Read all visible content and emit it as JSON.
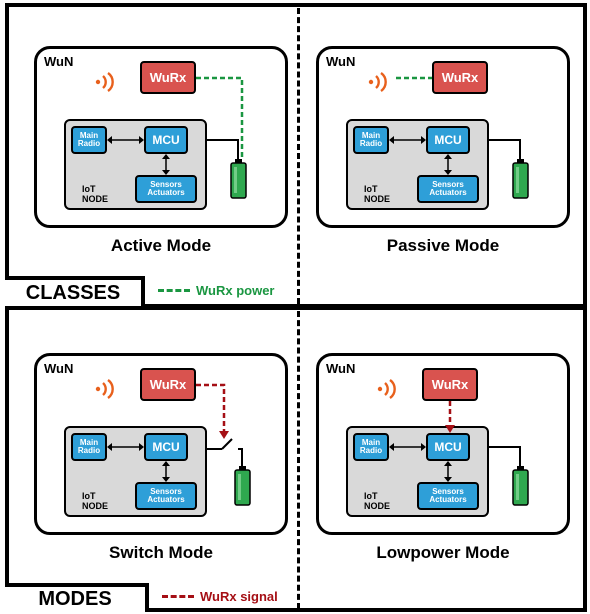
{
  "sections": {
    "classes": {
      "label": "CLASSES",
      "legend": {
        "text": "WuRx power",
        "color": "#1a9641"
      }
    },
    "modes": {
      "label": "MODES",
      "legend": {
        "text": "WuRx signal",
        "color": "#a50f15"
      }
    }
  },
  "panels": [
    {
      "id": "active",
      "title": "Active Mode",
      "wun": "WuN",
      "wurx": "WuRx",
      "main_radio": "Main Radio",
      "mcu": "MCU",
      "sensors": "Sensors Actuators",
      "iot": "IoT",
      "node": "NODE"
    },
    {
      "id": "passive",
      "title": "Passive Mode",
      "wun": "WuN",
      "wurx": "WuRx",
      "main_radio": "Main Radio",
      "mcu": "MCU",
      "sensors": "Sensors Actuators",
      "iot": "IoT",
      "node": "NODE"
    },
    {
      "id": "switch",
      "title": "Switch Mode",
      "wun": "WuN",
      "wurx": "WuRx",
      "main_radio": "Main Radio",
      "mcu": "MCU",
      "sensors": "Sensors Actuators",
      "iot": "IoT",
      "node": "NODE"
    },
    {
      "id": "lowpower",
      "title": "Lowpower Mode",
      "wun": "WuN",
      "wurx": "WuRx",
      "main_radio": "Main Radio",
      "mcu": "MCU",
      "sensors": "Sensors Actuators",
      "iot": "IoT",
      "node": "NODE"
    }
  ],
  "colors": {
    "wurx_fill": "#d9534f",
    "block_fill": "#2e9fd8",
    "iot_fill": "#d9d9d9",
    "battery_fill": "#2fa84f",
    "antenna": "#e8601c",
    "power_line": "#1a9641",
    "signal_line": "#a50f15"
  }
}
